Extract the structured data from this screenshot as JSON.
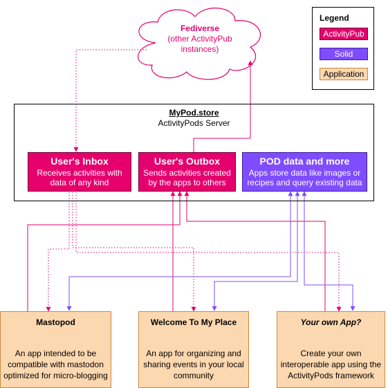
{
  "cloud": {
    "title": "Fediverse",
    "subtitle": "(other ActivityPub instances)"
  },
  "legend": {
    "title": "Legend",
    "items": [
      {
        "label": "ActivityPub",
        "color": "#e6006e"
      },
      {
        "label": "Solid",
        "color": "#7f4dff"
      },
      {
        "label": "Application",
        "color": "#fcd8b0"
      }
    ]
  },
  "server": {
    "title": "MyPod.store",
    "subtitle": "ActivityPods Server"
  },
  "inbox": {
    "title": "User's Inbox",
    "desc": "Receives activities with data of any kind"
  },
  "outbox": {
    "title": "User's Outbox",
    "desc": "Sends activities created by the apps to others"
  },
  "pod": {
    "title": "POD data and more",
    "desc": "Apps store data like images or recipes and query existing data"
  },
  "apps": [
    {
      "title": "Mastopod",
      "desc": "An app intended to be compatible with mastodon optimized for micro-blogging"
    },
    {
      "title": "Welcome To My Place",
      "desc": "An app for organizing and sharing events in your local community"
    },
    {
      "title": "Your own App?",
      "desc": "Create your own interoperable app using the ActivityPods framework"
    }
  ],
  "colors": {
    "activitypub": "#e6006e",
    "solid": "#7f4dff",
    "application": "#fcd8b0"
  }
}
